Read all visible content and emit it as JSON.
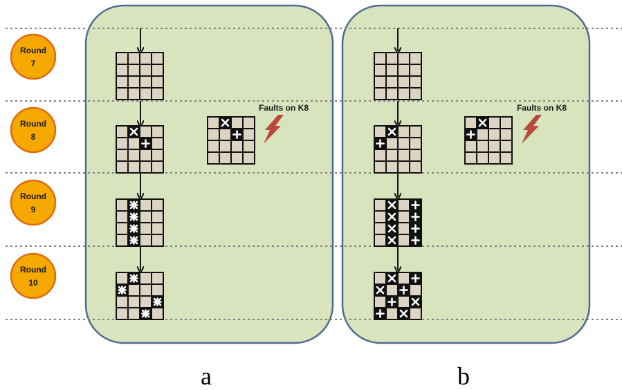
{
  "colors": {
    "panel_fill": "#d7e4bd",
    "panel_stroke": "#4f6b8f",
    "cell_fill": "#ddd5c4",
    "grid_line": "#111111",
    "fault_cell": "#111111",
    "marker": "#ffffff",
    "badge_fill": "#f5a800",
    "badge_stroke": "#e06a10",
    "dotted_line": "#7f7f7f",
    "bolt": "#b84a3a"
  },
  "rounds": [
    {
      "line1": "Round",
      "line2": "7"
    },
    {
      "line1": "Round",
      "line2": "8"
    },
    {
      "line1": "Round",
      "line2": "9"
    },
    {
      "line1": "Round",
      "line2": "10"
    }
  ],
  "panels": [
    {
      "label": "a",
      "fault_label": "Faults on K8",
      "fault_icon": "lightning-bolt-icon",
      "grids": [
        {
          "cells": []
        },
        {
          "cells": [
            {
              "r": 0,
              "c": 1,
              "m": "x"
            },
            {
              "r": 1,
              "c": 2,
              "m": "+"
            }
          ]
        },
        {
          "cells": [
            {
              "r": 0,
              "c": 1,
              "m": "*"
            },
            {
              "r": 1,
              "c": 1,
              "m": "*"
            },
            {
              "r": 2,
              "c": 1,
              "m": "*"
            },
            {
              "r": 3,
              "c": 1,
              "m": "*"
            }
          ]
        },
        {
          "cells": [
            {
              "r": 0,
              "c": 1,
              "m": "*"
            },
            {
              "r": 1,
              "c": 0,
              "m": "*"
            },
            {
              "r": 2,
              "c": 3,
              "m": "*"
            },
            {
              "r": 3,
              "c": 2,
              "m": "*"
            }
          ]
        }
      ],
      "fault_grid": {
        "cells": [
          {
            "r": 0,
            "c": 1,
            "m": "x"
          },
          {
            "r": 1,
            "c": 2,
            "m": "+"
          }
        ]
      }
    },
    {
      "label": "b",
      "fault_label": "Faults on K8",
      "fault_icon": "lightning-bolt-icon",
      "grids": [
        {
          "cells": []
        },
        {
          "cells": [
            {
              "r": 0,
              "c": 1,
              "m": "x"
            },
            {
              "r": 1,
              "c": 0,
              "m": "+"
            }
          ]
        },
        {
          "cells": [
            {
              "r": 0,
              "c": 1,
              "m": "x"
            },
            {
              "r": 1,
              "c": 1,
              "m": "x"
            },
            {
              "r": 2,
              "c": 1,
              "m": "x"
            },
            {
              "r": 3,
              "c": 1,
              "m": "x"
            },
            {
              "r": 0,
              "c": 3,
              "m": "+"
            },
            {
              "r": 1,
              "c": 3,
              "m": "+"
            },
            {
              "r": 2,
              "c": 3,
              "m": "+"
            },
            {
              "r": 3,
              "c": 3,
              "m": "+"
            }
          ]
        },
        {
          "cells": [
            {
              "r": 0,
              "c": 1,
              "m": "x"
            },
            {
              "r": 0,
              "c": 3,
              "m": "+"
            },
            {
              "r": 1,
              "c": 0,
              "m": "x"
            },
            {
              "r": 1,
              "c": 2,
              "m": "+"
            },
            {
              "r": 2,
              "c": 1,
              "m": "+"
            },
            {
              "r": 2,
              "c": 3,
              "m": "x"
            },
            {
              "r": 3,
              "c": 0,
              "m": "+"
            },
            {
              "r": 3,
              "c": 2,
              "m": "x"
            }
          ]
        }
      ],
      "fault_grid": {
        "cells": [
          {
            "r": 0,
            "c": 1,
            "m": "x"
          },
          {
            "r": 1,
            "c": 0,
            "m": "+"
          }
        ]
      }
    }
  ]
}
